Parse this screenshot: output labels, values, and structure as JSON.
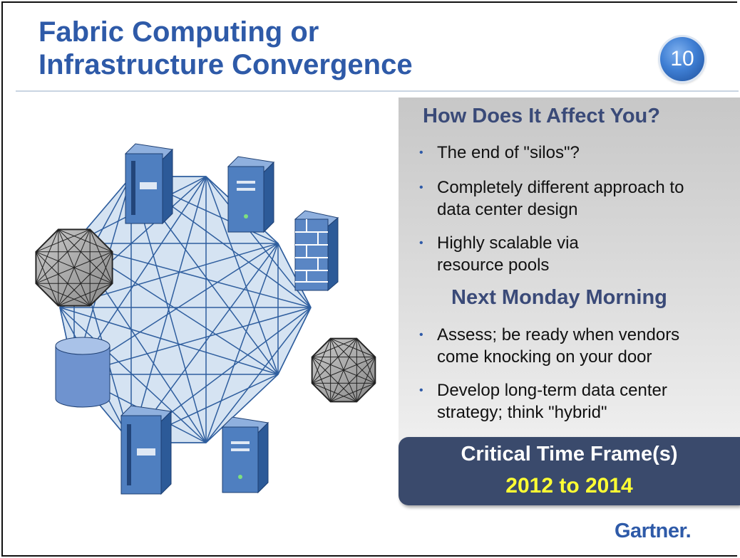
{
  "slide": {
    "title": "Fabric Computing or\nInfrastructure Convergence",
    "number": "10"
  },
  "panel": {
    "heading1": "How Does It Affect You?",
    "bullets1": [
      "The end of \"silos\"?",
      "Completely different approach to\ndata center design",
      "Highly scalable via\nresource pools"
    ],
    "heading2": "Next Monday Morning",
    "bullets2": [
      "Assess; be ready when vendors\ncome knocking on your door",
      "Develop long-term data center\nstrategy; think \"hybrid\""
    ],
    "bullet_glyph": "•"
  },
  "timeframe": {
    "label": "Critical Time Frame(s)",
    "value": "2012 to 2014"
  },
  "logo": {
    "text": "Gartner",
    "dot": "."
  },
  "diagram": {
    "nodes": [
      "tower-server",
      "tower-server",
      "firewall",
      "mesh-network",
      "tower-server",
      "tower-server",
      "database",
      "mesh-network"
    ]
  },
  "colors": {
    "title": "#2e5aa8",
    "heading": "#3a4a78",
    "timeframe_bg": "#3a4a6c",
    "timeframe_value": "#ffff33",
    "fabric_fill": "#d5e3f2",
    "fabric_line": "#2f5e9e"
  }
}
